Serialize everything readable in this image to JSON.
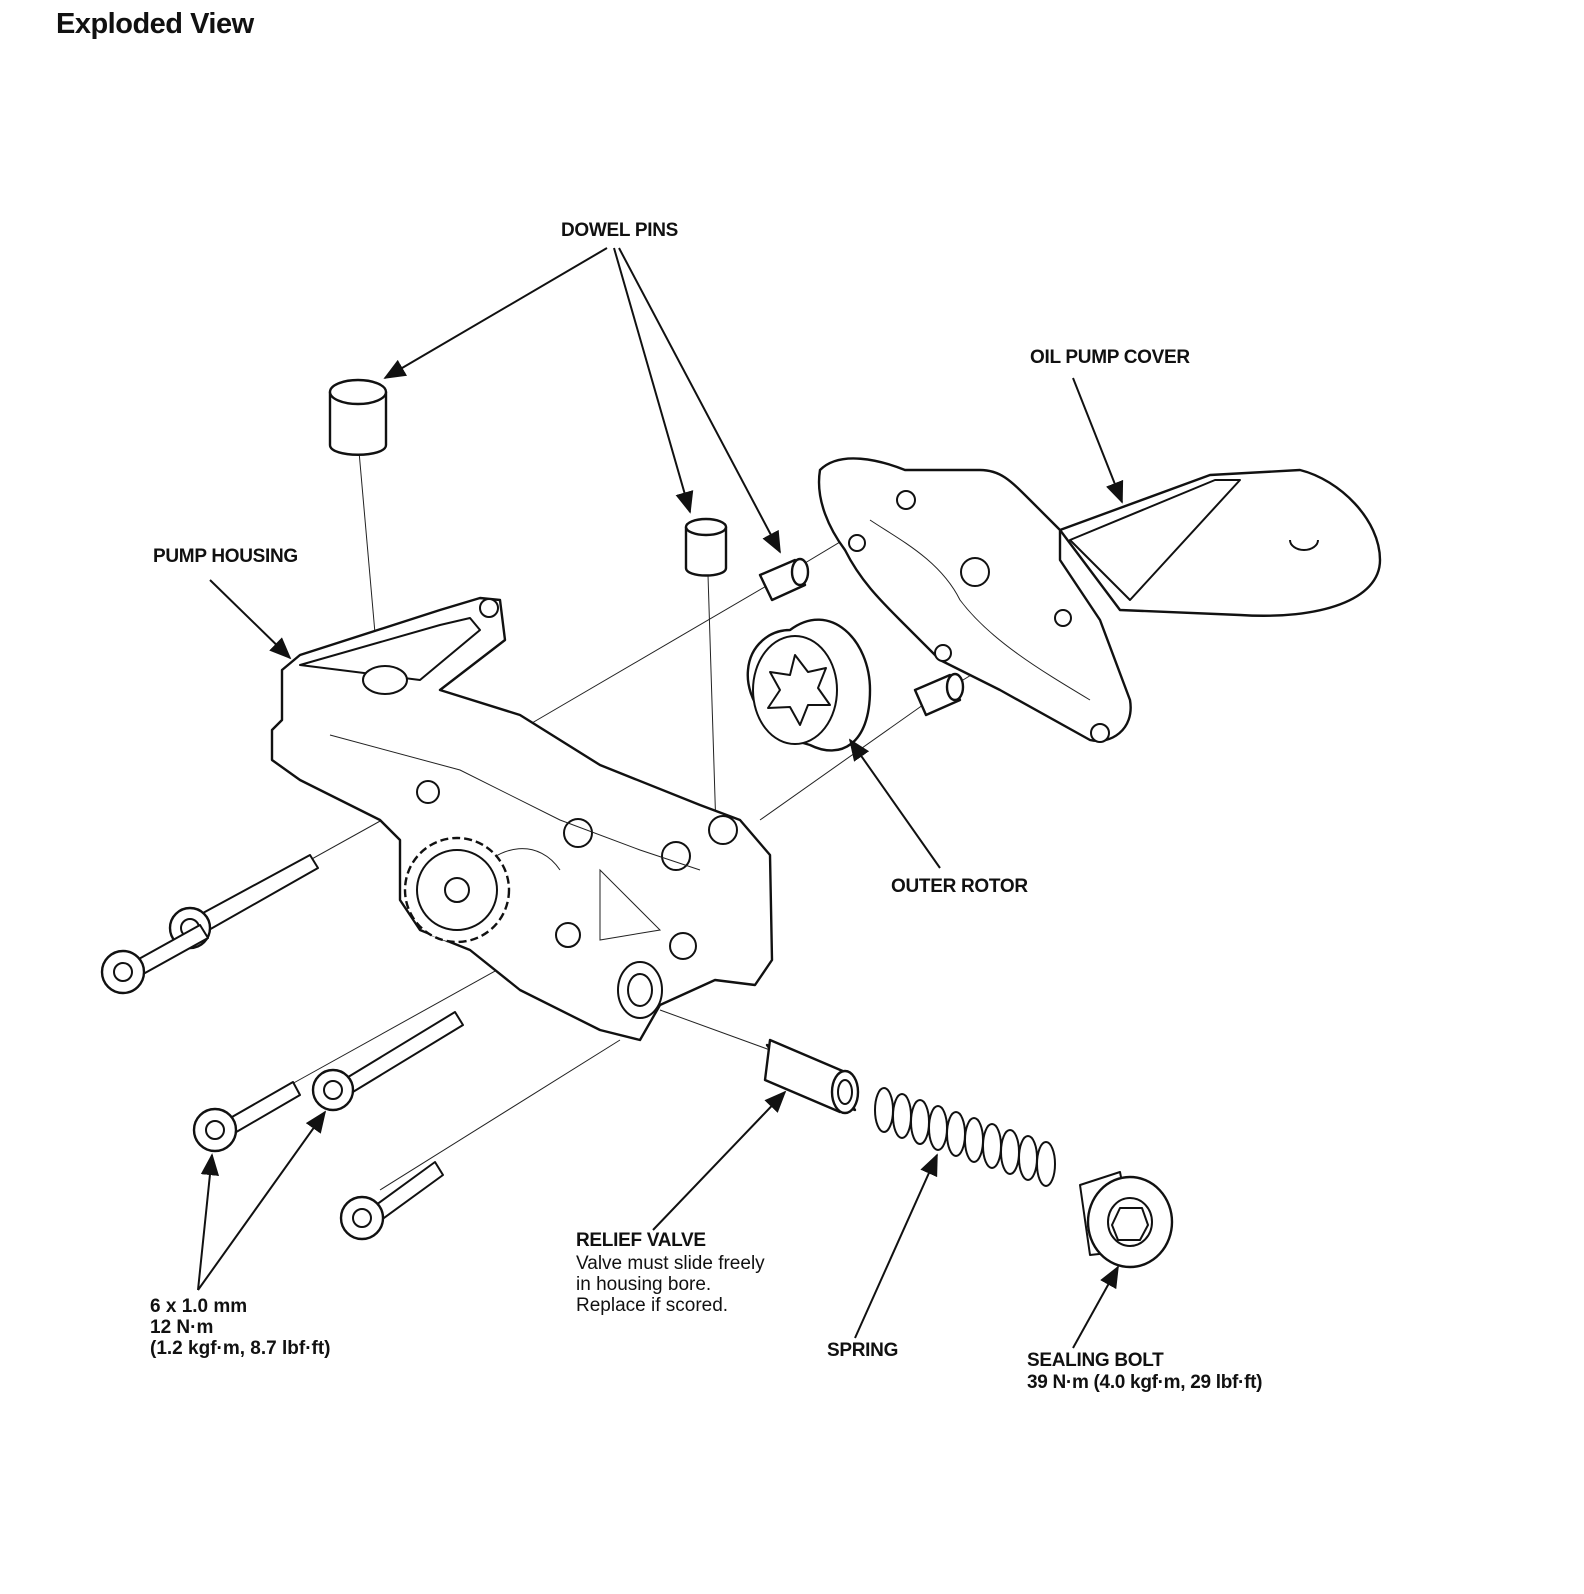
{
  "title": "Exploded View",
  "labels": {
    "dowel_pins": "DOWEL PINS",
    "oil_pump_cover": "OIL PUMP COVER",
    "pump_housing": "PUMP HOUSING",
    "outer_rotor": "OUTER ROTOR",
    "relief_valve": "RELIEF VALVE",
    "relief_valve_note": [
      "Valve must slide freely",
      "in housing bore.",
      "Replace if scored."
    ],
    "bolt_spec": [
      "6 x 1.0 mm",
      "12 N·m",
      "(1.2 kgf·m, 8.7 lbf·ft)"
    ],
    "spring": "SPRING",
    "sealing_bolt": "SEALING BOLT",
    "sealing_bolt_spec": "39 N·m (4.0 kgf·m, 29 lbf·ft)"
  }
}
